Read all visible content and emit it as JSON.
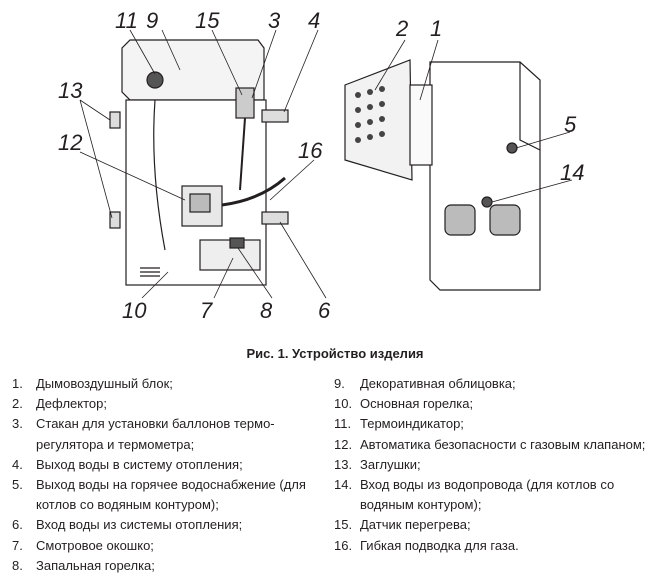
{
  "figure": {
    "callouts": [
      "11",
      "9",
      "15",
      "3",
      "4",
      "13",
      "12",
      "16",
      "10",
      "7",
      "8",
      "6",
      "2",
      "1",
      "5",
      "14"
    ],
    "caption": "Рис. 1. Устройство изделия"
  },
  "legend": {
    "left": [
      {
        "num": "1.",
        "text": "Дымовоздушный блок;"
      },
      {
        "num": "2.",
        "text": "Дефлектор;"
      },
      {
        "num": "3.",
        "text": "Стакан для установки баллонов термо-регулятора и термометра;"
      },
      {
        "num": "4.",
        "text": "Выход воды в систему отопления;"
      },
      {
        "num": "5.",
        "text": "Выход воды на горячее водоснабжение (для котлов со водяным контуром);"
      },
      {
        "num": "6.",
        "text": "Вход воды из системы отопления;"
      },
      {
        "num": "7.",
        "text": "Смотровое окошко;"
      },
      {
        "num": "8.",
        "text": "Запальная горелка;"
      }
    ],
    "right": [
      {
        "num": "9.",
        "text": "Декоративная облицовка;"
      },
      {
        "num": "10.",
        "text": "Основная горелка;"
      },
      {
        "num": "11.",
        "text": "Термоиндикатор;"
      },
      {
        "num": "12.",
        "text": "Автоматика безопасности с газовым клапаном;"
      },
      {
        "num": "13.",
        "text": "Заглушки;"
      },
      {
        "num": "14.",
        "text": "Вход воды из водопровода (для котлов со водяным контуром);"
      },
      {
        "num": "15.",
        "text": "Датчик перегрева;"
      },
      {
        "num": "16.",
        "text": "Гибкая подводка для газа."
      }
    ]
  }
}
